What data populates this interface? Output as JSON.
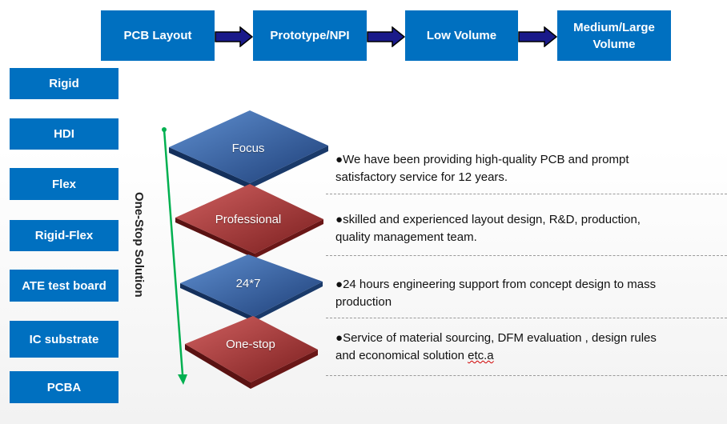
{
  "stages": [
    "PCB Layout",
    "Prototype/NPI",
    "Low Volume",
    "Medium/Large Volume"
  ],
  "stage4_lines": [
    "Medium/Large",
    "Volume"
  ],
  "products": [
    "Rigid",
    "HDI",
    "Flex",
    "Rigid-Flex",
    "ATE test board",
    "IC substrate",
    "PCBA"
  ],
  "vertical_label": "One-Stop Solution",
  "layers": [
    {
      "label": "Focus",
      "color": "blue",
      "text1": "We have been providing high-quality PCB and prompt",
      "text2": "satisfactory service for 12 years."
    },
    {
      "label": "Professional",
      "color": "red",
      "text1": "skilled and experienced layout design, R&D, production,",
      "text2": "quality management team."
    },
    {
      "label": "24*7",
      "color": "blue",
      "text1": "24 hours engineering support from concept design to mass",
      "text2": "production"
    },
    {
      "label": "One-stop",
      "color": "red",
      "text1": "Service of material sourcing, DFM evaluation , design rules",
      "text2": "and economical solution",
      "text2_tail": "etc.a"
    }
  ],
  "bullet": "●",
  "colors": {
    "box": "#0070c0",
    "arrow_stroke": "#000000",
    "arrow_fill": "#1a1a8a",
    "green": "#00b050",
    "blue_layer": "#2a4f8a",
    "red_layer": "#9b2b2b"
  }
}
